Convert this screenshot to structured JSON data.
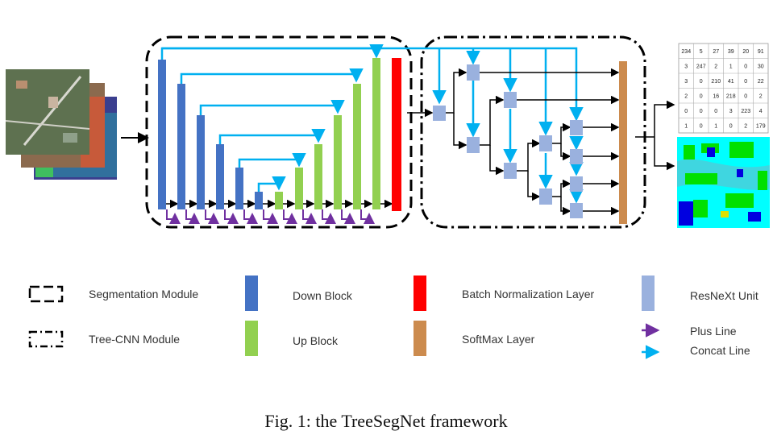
{
  "legend": {
    "segmentation_module": "Segmentation Module",
    "tree_cnn_module": "Tree-CNN Module",
    "down_block": "Down Block",
    "up_block": "Up Block",
    "batch_norm": "Batch Normalization Layer",
    "softmax": "SoftMax Layer",
    "resnext": "ResNeXt Unit",
    "plus_line": "Plus Line",
    "concat_line": "Concat Line"
  },
  "caption": "Fig. 1: the TreeSegNet framework",
  "confusion_matrix": [
    [
      "234",
      "5",
      "27",
      "39",
      "20",
      "91"
    ],
    [
      "3",
      "247",
      "2",
      "1",
      "0",
      "30"
    ],
    [
      "3",
      "0",
      "210",
      "41",
      "0",
      "22"
    ],
    [
      "2",
      "0",
      "16",
      "218",
      "0",
      "2"
    ],
    [
      "0",
      "0",
      "0",
      "3",
      "223",
      "4"
    ],
    [
      "1",
      "0",
      "1",
      "0",
      "2",
      "179"
    ]
  ],
  "colors": {
    "down_block": "#4472C4",
    "up_block": "#92D050",
    "batch_norm": "#FF0000",
    "softmax": "#CC8B4E",
    "resnext": "#9AB1DE",
    "plus_line": "#7030A0",
    "concat_line": "#00B0F0"
  }
}
